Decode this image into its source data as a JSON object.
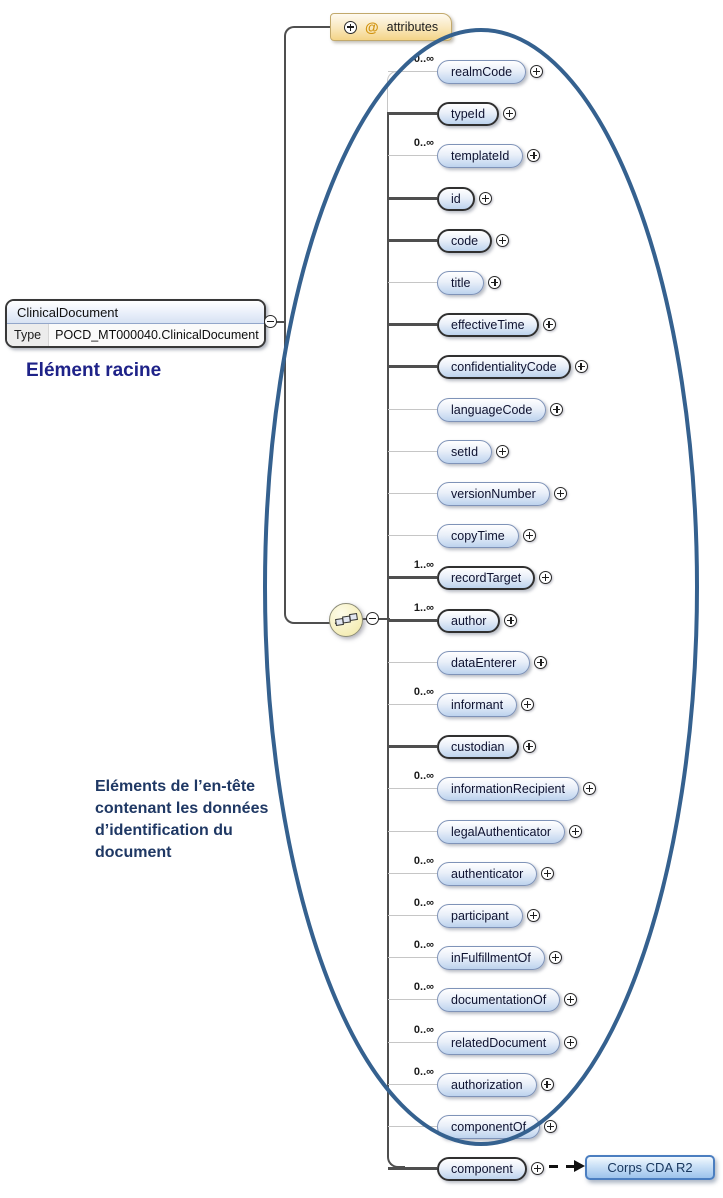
{
  "diagram": {
    "root_box": {
      "name": "ClinicalDocument",
      "type_label": "Type",
      "type_value": "POCD_MT000040.ClinicalDocument"
    },
    "root_caption": "Elément racine",
    "attributes_box": {
      "at_symbol": "@",
      "label": "attributes"
    },
    "annotation_lines": [
      "Eléments de l’en-tête",
      "contenant les données",
      "d’identification du",
      "document"
    ],
    "elements": [
      {
        "label": "realmCode",
        "occurrence": "0..∞",
        "required": false
      },
      {
        "label": "typeId",
        "occurrence": null,
        "required": true
      },
      {
        "label": "templateId",
        "occurrence": "0..∞",
        "required": false
      },
      {
        "label": "id",
        "occurrence": null,
        "required": true
      },
      {
        "label": "code",
        "occurrence": null,
        "required": true
      },
      {
        "label": "title",
        "occurrence": null,
        "required": false
      },
      {
        "label": "effectiveTime",
        "occurrence": null,
        "required": true
      },
      {
        "label": "confidentialityCode",
        "occurrence": null,
        "required": true
      },
      {
        "label": "languageCode",
        "occurrence": null,
        "required": false
      },
      {
        "label": "setId",
        "occurrence": null,
        "required": false
      },
      {
        "label": "versionNumber",
        "occurrence": null,
        "required": false
      },
      {
        "label": "copyTime",
        "occurrence": null,
        "required": false
      },
      {
        "label": "recordTarget",
        "occurrence": "1..∞",
        "required": true
      },
      {
        "label": "author",
        "occurrence": "1..∞",
        "required": true
      },
      {
        "label": "dataEnterer",
        "occurrence": null,
        "required": false
      },
      {
        "label": "informant",
        "occurrence": "0..∞",
        "required": false
      },
      {
        "label": "custodian",
        "occurrence": null,
        "required": true
      },
      {
        "label": "informationRecipient",
        "occurrence": "0..∞",
        "required": false
      },
      {
        "label": "legalAuthenticator",
        "occurrence": null,
        "required": false
      },
      {
        "label": "authenticator",
        "occurrence": "0..∞",
        "required": false
      },
      {
        "label": "participant",
        "occurrence": "0..∞",
        "required": false
      },
      {
        "label": "inFulfillmentOf",
        "occurrence": "0..∞",
        "required": false
      },
      {
        "label": "documentationOf",
        "occurrence": "0..∞",
        "required": false
      },
      {
        "label": "relatedDocument",
        "occurrence": "0..∞",
        "required": false
      },
      {
        "label": "authorization",
        "occurrence": "0..∞",
        "required": false
      },
      {
        "label": "componentOf",
        "occurrence": null,
        "required": false
      },
      {
        "label": "component",
        "occurrence": null,
        "required": true
      }
    ],
    "external_link_box": {
      "label": "Corps CDA R2"
    },
    "colors": {
      "ellipse": "#35618F",
      "required_line": "#4F4F4F",
      "optional_line": "#C6C6C6",
      "root_caption_text": "#1E2288",
      "annotation_text": "#1F3864"
    }
  }
}
